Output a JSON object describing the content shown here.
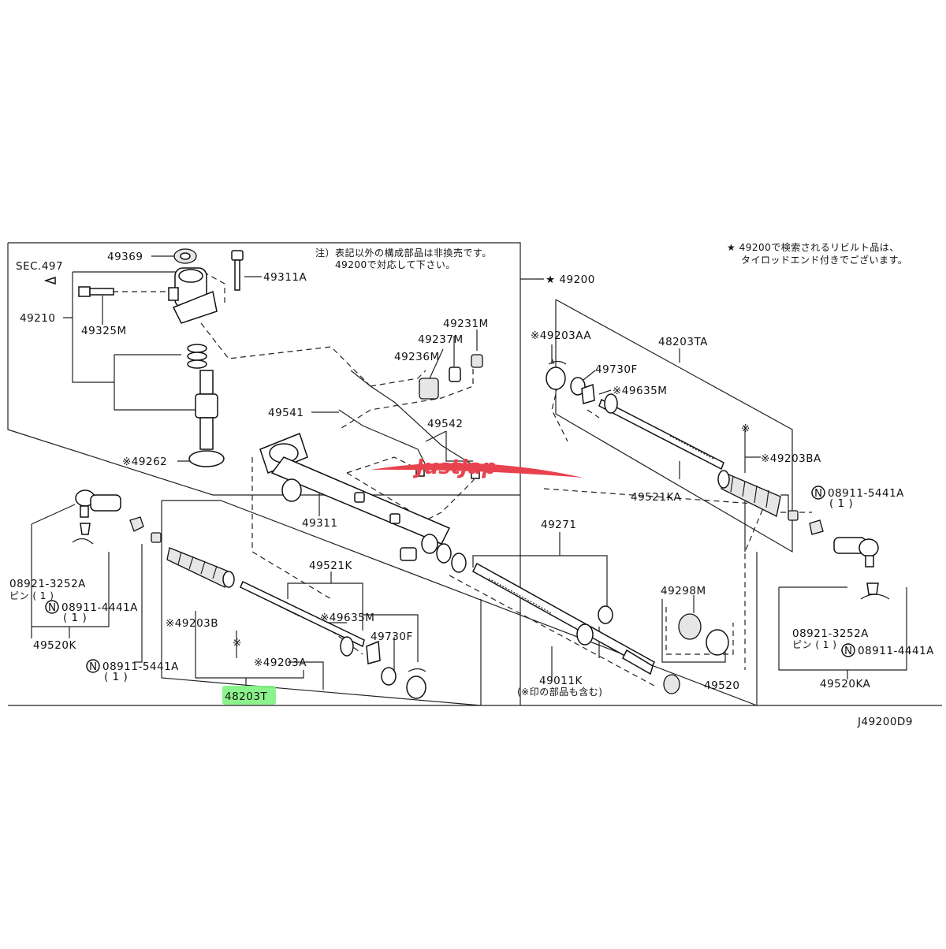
{
  "diagram": {
    "drawing_id": "J49200D9",
    "watermark": "JustJap",
    "note_top_left": [
      "注）表記以外の構成部品は非換売です。",
      "49200で対応して下さい。"
    ],
    "note_top_right": [
      "★ 49200で検索されるリビルト品は、",
      "タイロッドエンド付きでございます。"
    ],
    "labels": {
      "sec497": "SEC.497",
      "p49369": "49369",
      "p49311a": "49311A",
      "p49210": "49210",
      "p49325m": "49325M",
      "p49200": "★ 49200",
      "p49231m": "49231M",
      "p49237m": "49237M",
      "p49236m": "49236M",
      "p49541": "49541",
      "p49542": "49542",
      "p49262": "※49262",
      "p49311": "49311",
      "p49203aa": "※49203AA",
      "p48203ta": "48203TA",
      "p49730f_r": "49730F",
      "p49635m_r": "※49635M",
      "p49203ba": "※49203BA",
      "p49521ka": "49521KA",
      "p08911_r": "08911-5441A",
      "p08911_r_qty": "( 1 )",
      "p49271": "49271",
      "p49521k": "49521K",
      "p49635m_l": "※49635M",
      "p49730f_l": "49730F",
      "p49203b": "※49203B",
      "p49203a": "※49203A",
      "p48203t": "48203T",
      "p49298m": "49298M",
      "p49520": "49520",
      "p49011k": "49011K",
      "p49011k_note": "(※印の部品も含む)",
      "p08921_l": "08921-3252A",
      "p_pin_l": "ピン ( 1 )",
      "p08911_l1": "08911-4441A",
      "p08911_l1_qty": "( 1 )",
      "p49520k": "49520K",
      "p08911_l2": "08911-5441A",
      "p08911_l2_qty": "( 1 )",
      "p08921_r": "08921-3252A",
      "p_pin_r": "ピン ( 1 )",
      "p08911_r2": "08911-4441A",
      "p49520ka": "49520KA",
      "star": "※",
      "n_mark": "N"
    },
    "highlight_color": "#7ef27e",
    "watermark_color": "#e8424f"
  }
}
